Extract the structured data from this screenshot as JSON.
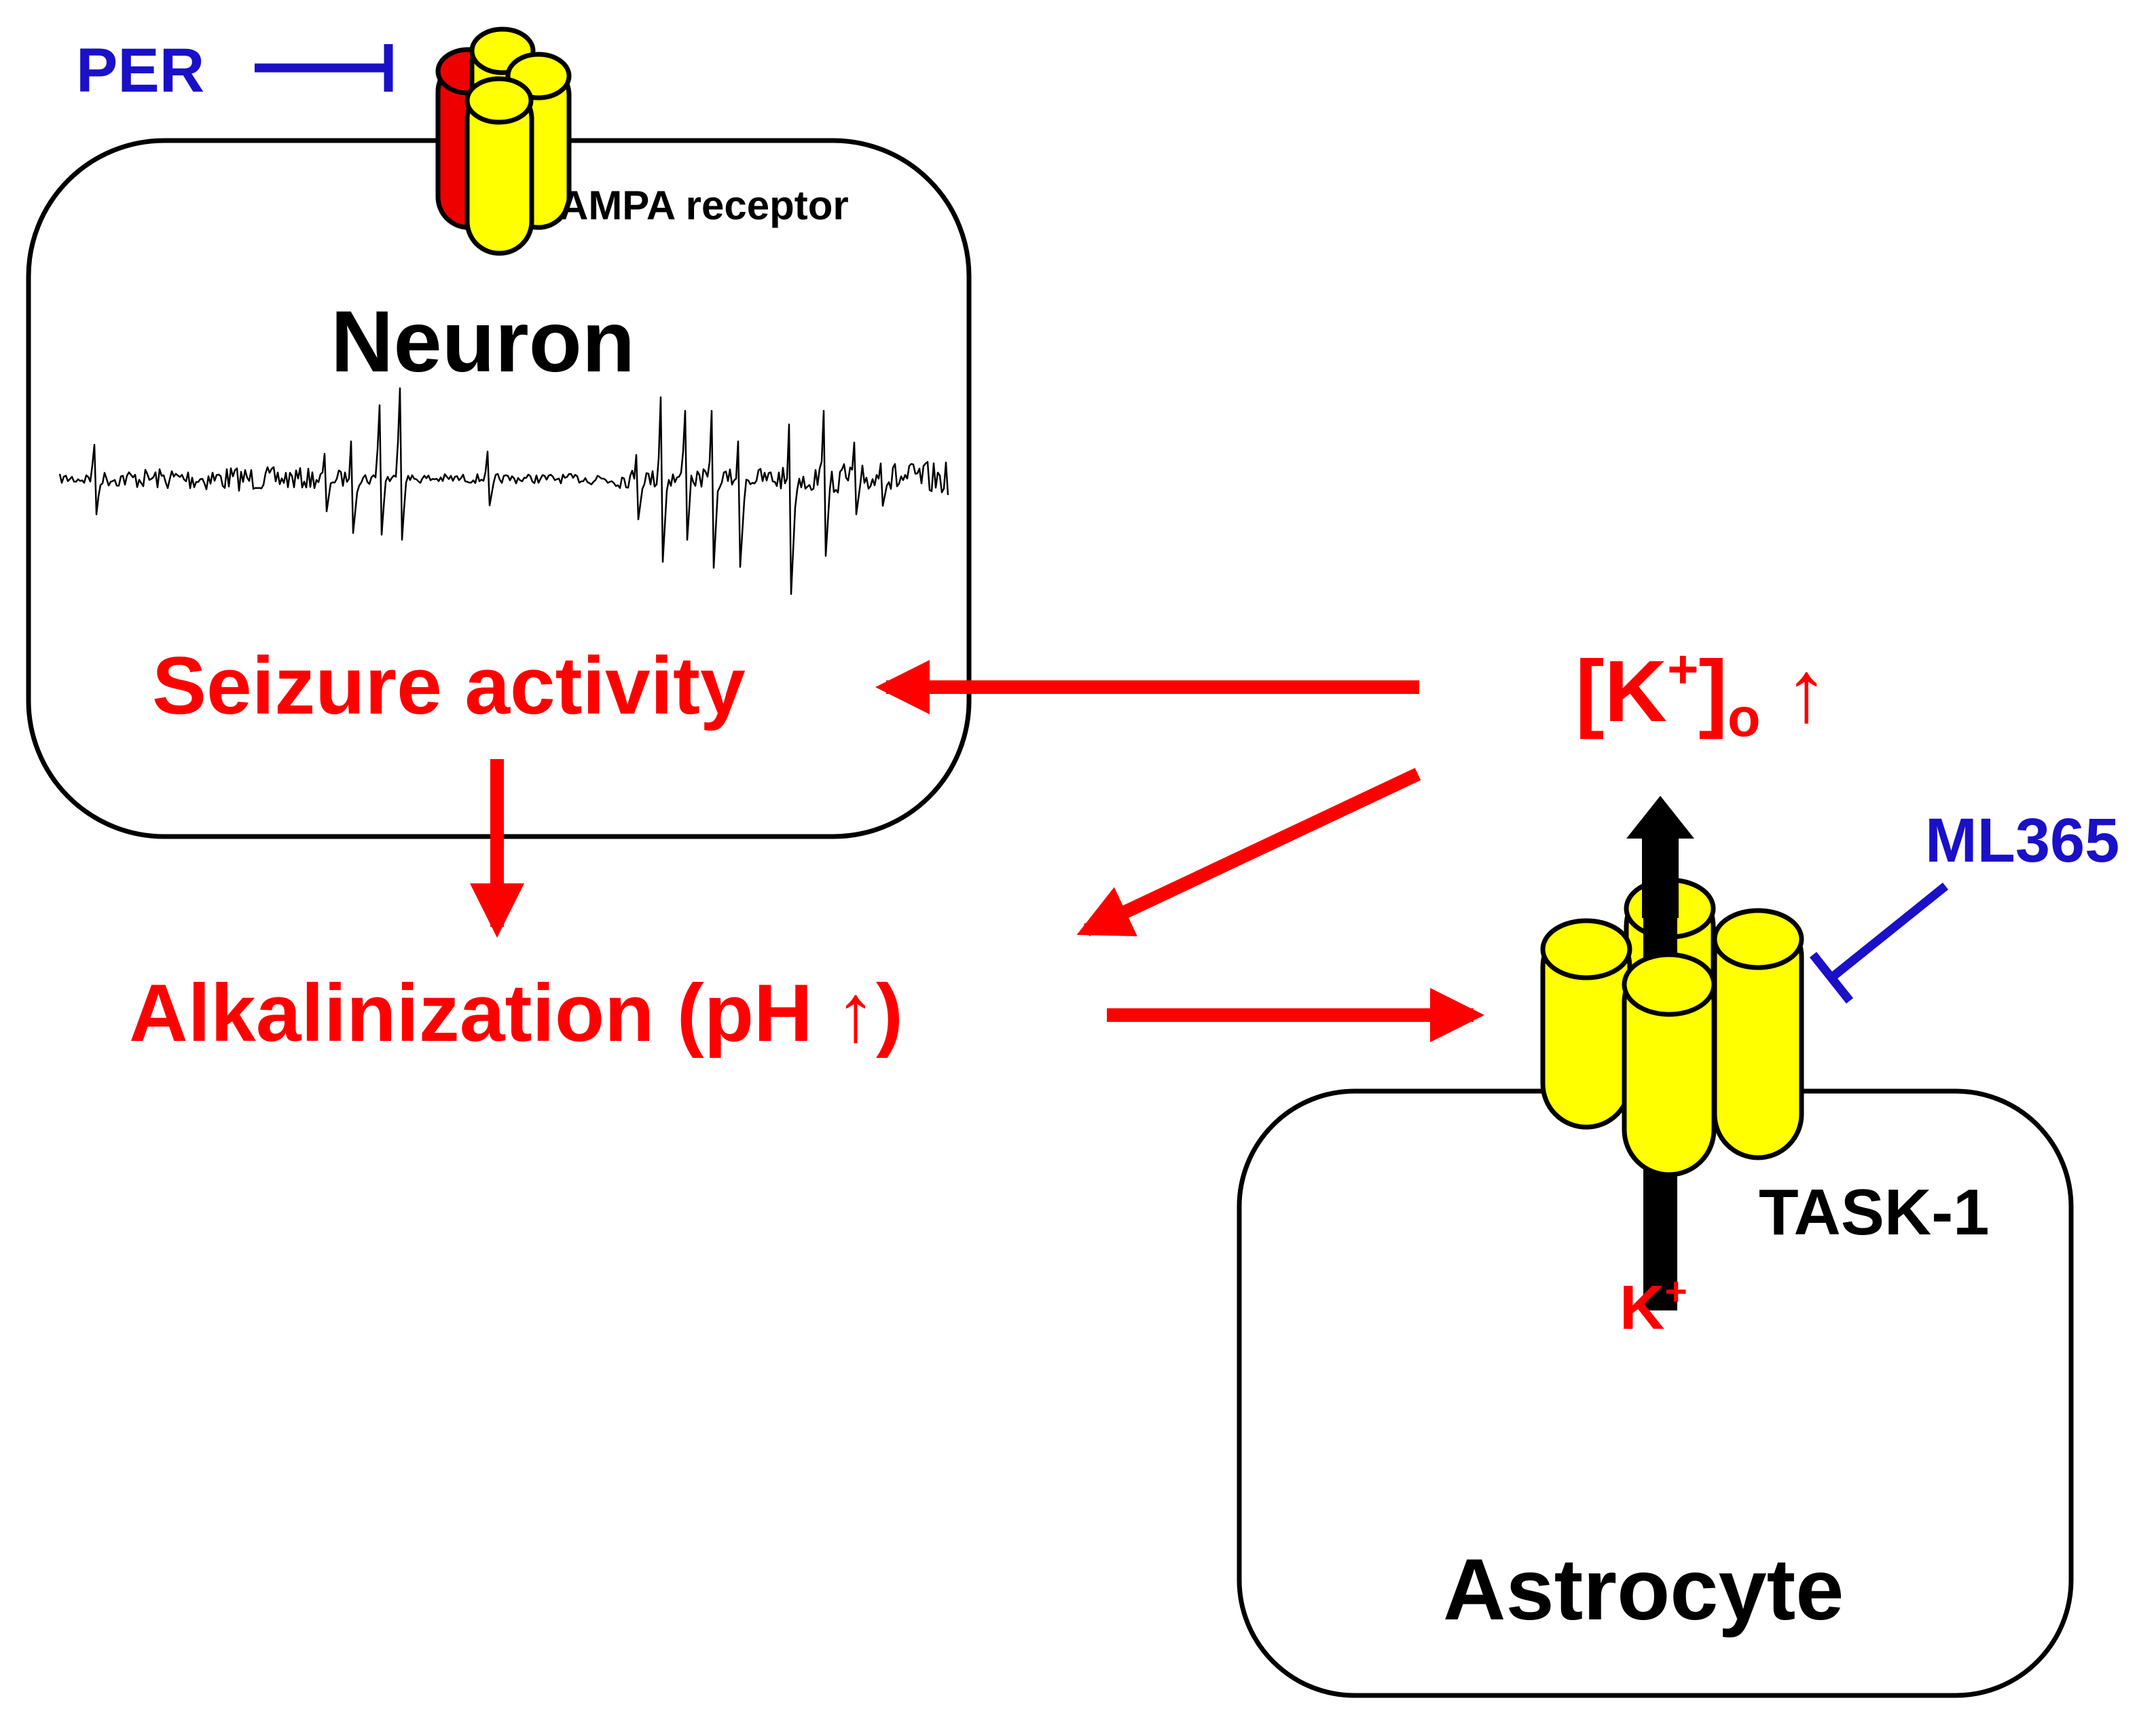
{
  "labels": {
    "per": "PER",
    "ampa": "AMPA receptor",
    "neuron": "Neuron",
    "seizure": "Seizure activity",
    "alkalinization": "Alkalinization (pH ↑)",
    "k_out_base": "[K",
    "k_out_sup": "+",
    "k_out_close": "]",
    "k_out_sub": "o",
    "k_out_arrow": "↑",
    "ml365": "ML365",
    "task1": "TASK-1",
    "k_ion": "K",
    "k_ion_sup": "+",
    "astrocyte": "Astrocyte"
  },
  "colors": {
    "pathway": "#ff0000",
    "inhibitor": "#1a10c8",
    "channel": "#ffff00",
    "subunit": "#ee0000",
    "outline": "#000000",
    "flux": "#000000"
  }
}
